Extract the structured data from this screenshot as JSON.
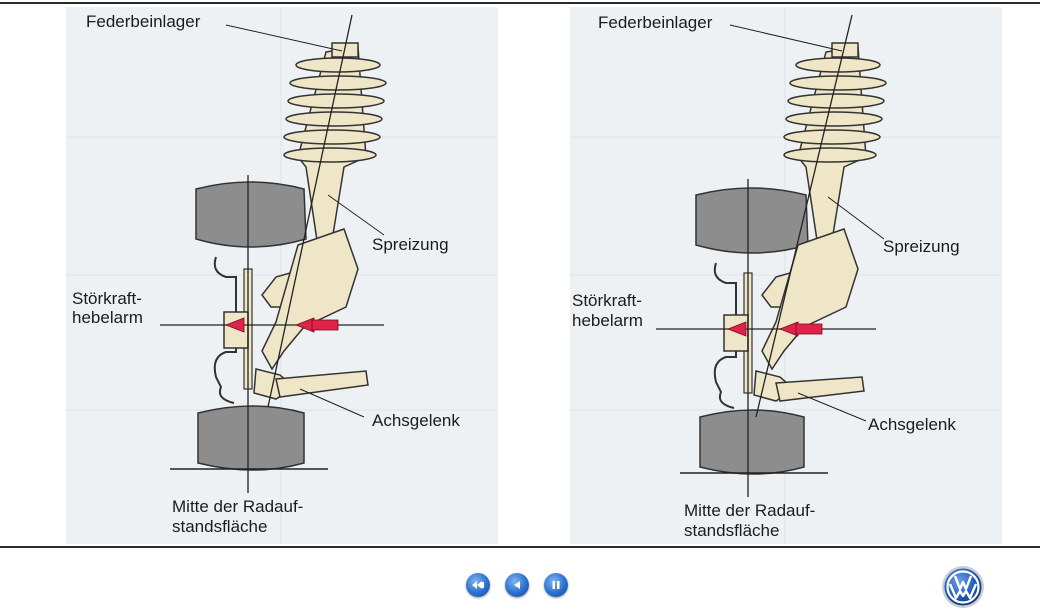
{
  "panels": [
    {
      "labels": {
        "strut_bearing": "Federbeinlager",
        "inclination": "Spreizung",
        "lever_line1": "Störkraft-",
        "lever_line2": "hebelarm",
        "ball_joint": "Achsgelenk",
        "contact_line1": "Mitte der Radauf-",
        "contact_line2": "standsfläche"
      }
    },
    {
      "labels": {
        "strut_bearing": "Federbeinlager",
        "inclination": "Spreizung",
        "lever_line1": "Störkraft-",
        "lever_line2": "hebelarm",
        "ball_joint": "Achsgelenk",
        "contact_line1": "Mitte der Radauf-",
        "contact_line2": "standsfläche"
      }
    }
  ],
  "controls": [
    {
      "icon": "rewind-icon"
    },
    {
      "icon": "back-icon"
    },
    {
      "icon": "pause-icon"
    }
  ],
  "logo": {
    "icon": "vw-logo-icon"
  },
  "colors": {
    "panel_bg": "#eef1f4",
    "strut": "#efe6c8",
    "tire": "#8d8d8d",
    "arrow": "#e0234a",
    "rule": "#2a2a2a"
  }
}
